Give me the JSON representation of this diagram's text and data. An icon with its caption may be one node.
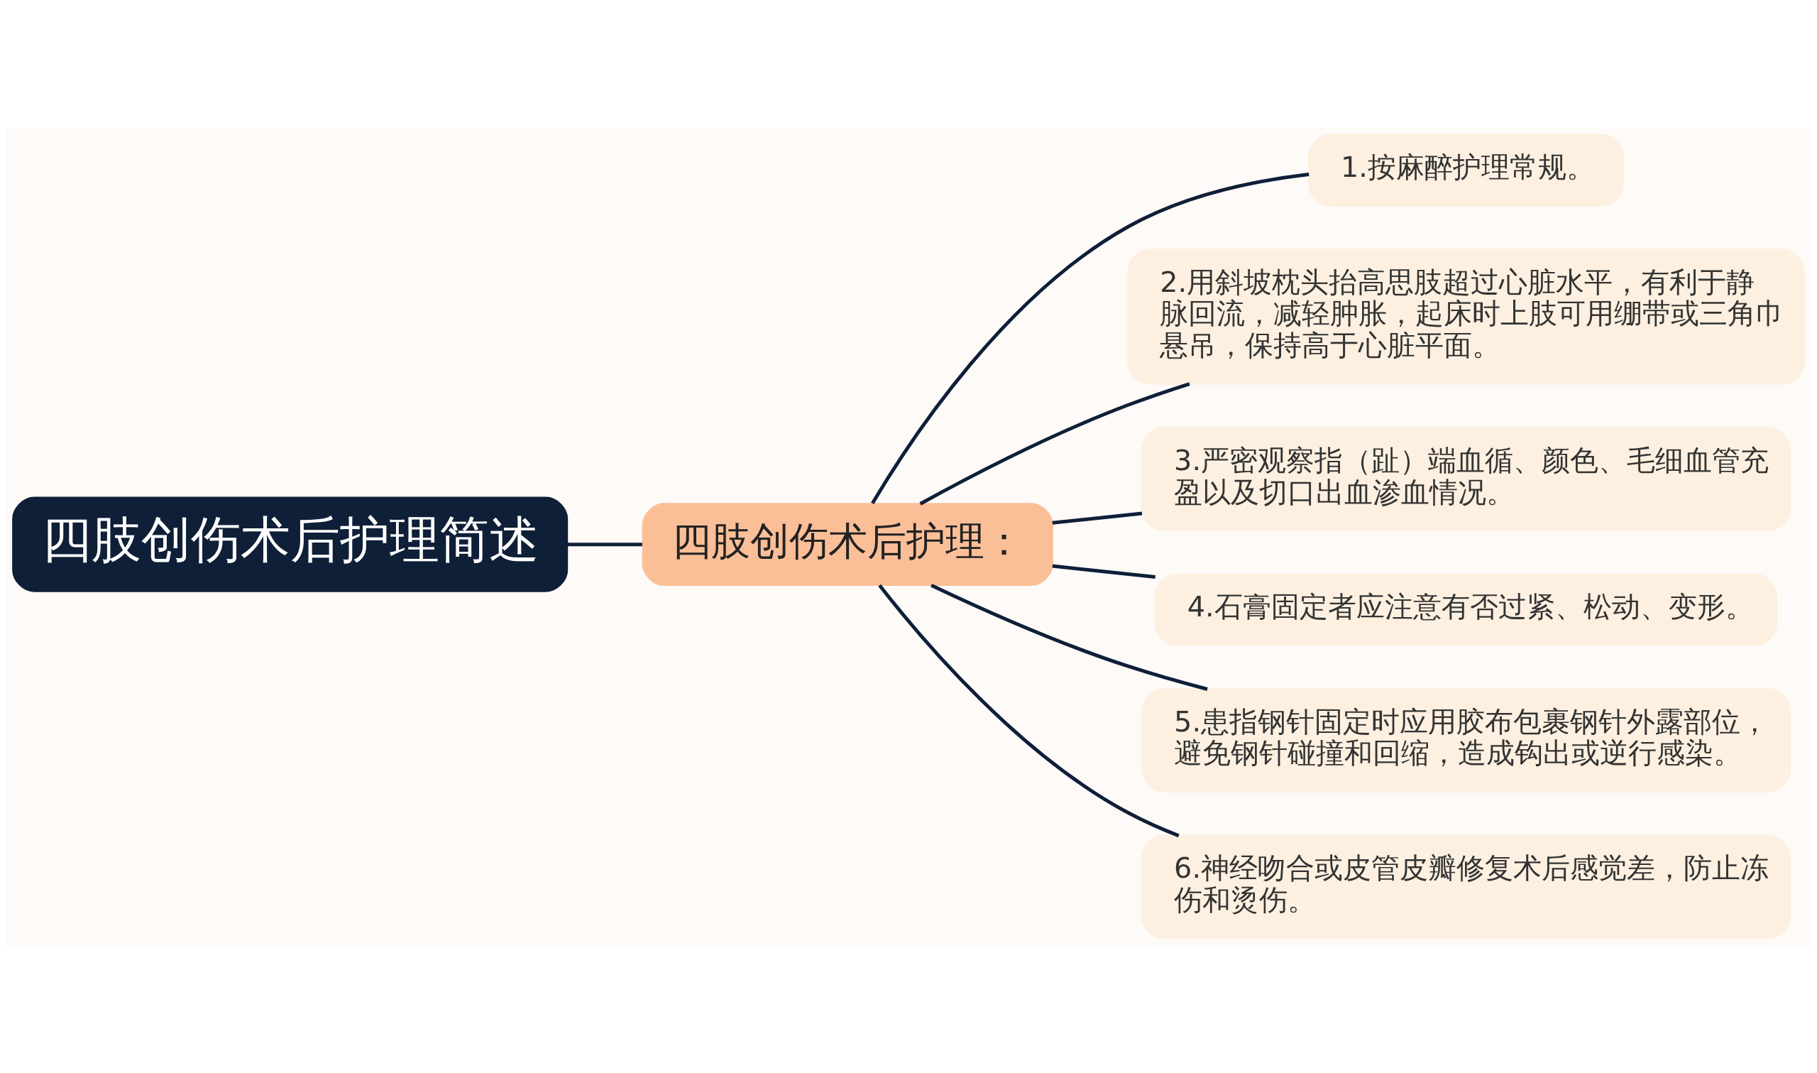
{
  "diagram": {
    "nodes": [
      {
        "text": [
          "四肢创伤术后护理简述"
        ]
      },
      {
        "text": [
          "四肢创伤术后护理："
        ]
      },
      {
        "text": [
          "1.按麻醉护理常规。"
        ]
      },
      {
        "text": [
          "2.用斜坡枕头抬高思肢超过心脏水平，有利于静脉回流，减轻肿胀，起床时上肢可用绷带或三角巾悬吊，保持高于心脏平面。"
        ]
      },
      {
        "text": [
          "3.严密观察指（趾）端血循、颜色、毛细血管充盈以及切口出血渗血情况。"
        ]
      },
      {
        "text": [
          "4.石膏固定者应注意有否过紧、松动、变形。"
        ]
      },
      {
        "text": [
          "5.患指钢针固定时应用胶布包裹钢针外露部位，避免钢针碰撞和回缩，造成钩出或逆行感染。"
        ]
      },
      {
        "text": [
          "6.神经吻合或皮管皮瓣修复术后感觉差，防止冻伤和烫伤。"
        ]
      }
    ],
    "edges": [
      {
        "from": 0,
        "to": 1,
        "arrow": "none"
      },
      {
        "from": 1,
        "to": 2,
        "arrow": "none"
      },
      {
        "from": 1,
        "to": 3,
        "arrow": "none"
      },
      {
        "from": 1,
        "to": 4,
        "arrow": "none"
      },
      {
        "from": 1,
        "to": 5,
        "arrow": "none"
      },
      {
        "from": 1,
        "to": 6,
        "arrow": "none"
      },
      {
        "from": 1,
        "to": 7,
        "arrow": "none"
      }
    ]
  }
}
